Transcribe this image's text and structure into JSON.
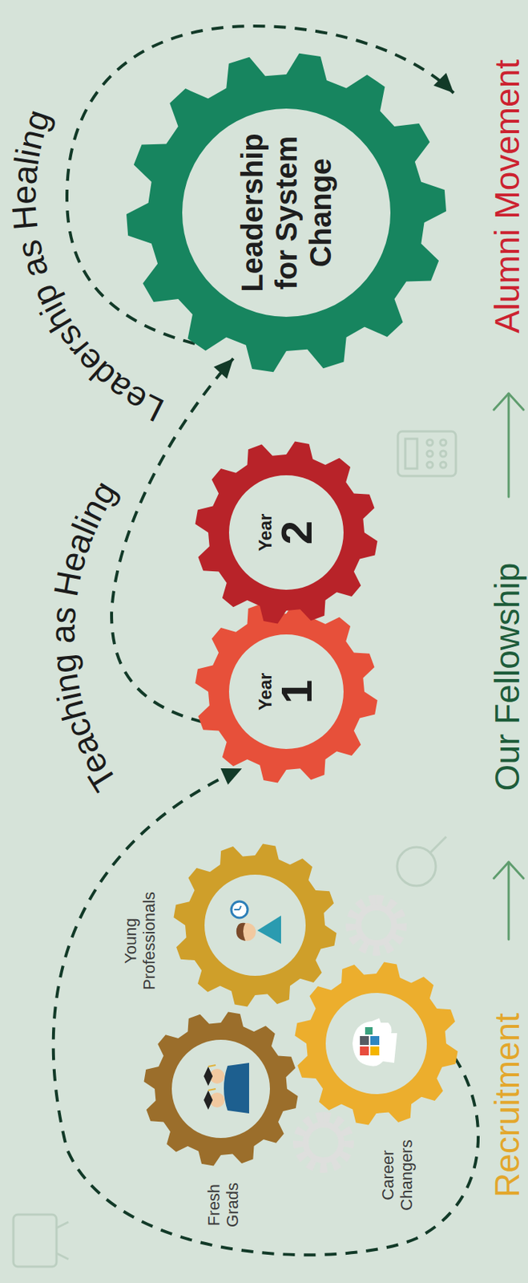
{
  "diagram": {
    "nodes": [
      {
        "text": [
          "Fresh Grads"
        ]
      },
      {
        "text": [
          "Young Professionals"
        ]
      },
      {
        "text": [
          "Career Changers"
        ]
      },
      {
        "text": [
          "Year",
          "1"
        ]
      },
      {
        "text": [
          "Year",
          "2"
        ]
      },
      {
        "text": [
          "Leadership for System Change"
        ]
      }
    ],
    "edges": [
      {
        "from": 2,
        "to": 3,
        "arrow": "to"
      },
      {
        "from": 3,
        "to": 5,
        "arrow": "to"
      }
    ],
    "labels": [
      "Teaching as Healing",
      "Leadership as Healing",
      "Recruitment",
      "Our Fellowship",
      "Alumni Movement"
    ]
  }
}
